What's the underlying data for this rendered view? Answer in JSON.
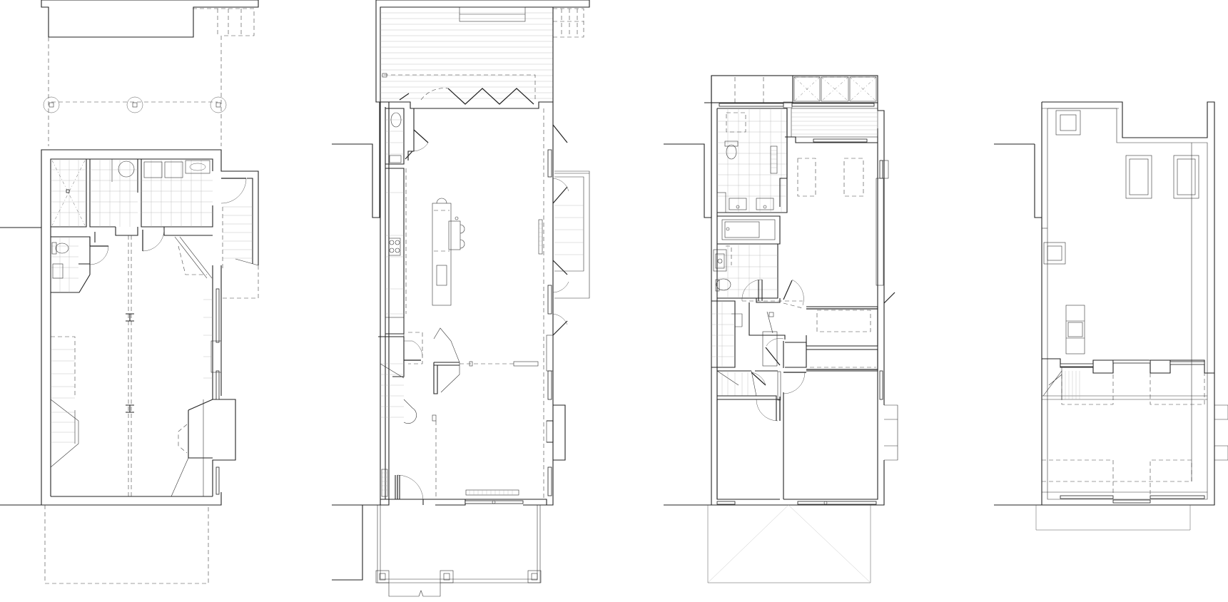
{
  "drawing": {
    "type": "architectural floor plans",
    "plans": [
      {
        "id": "plan-1"
      },
      {
        "id": "plan-2"
      },
      {
        "id": "plan-3"
      },
      {
        "id": "plan-4"
      }
    ],
    "line_color": "#222222",
    "background": "#ffffff"
  }
}
